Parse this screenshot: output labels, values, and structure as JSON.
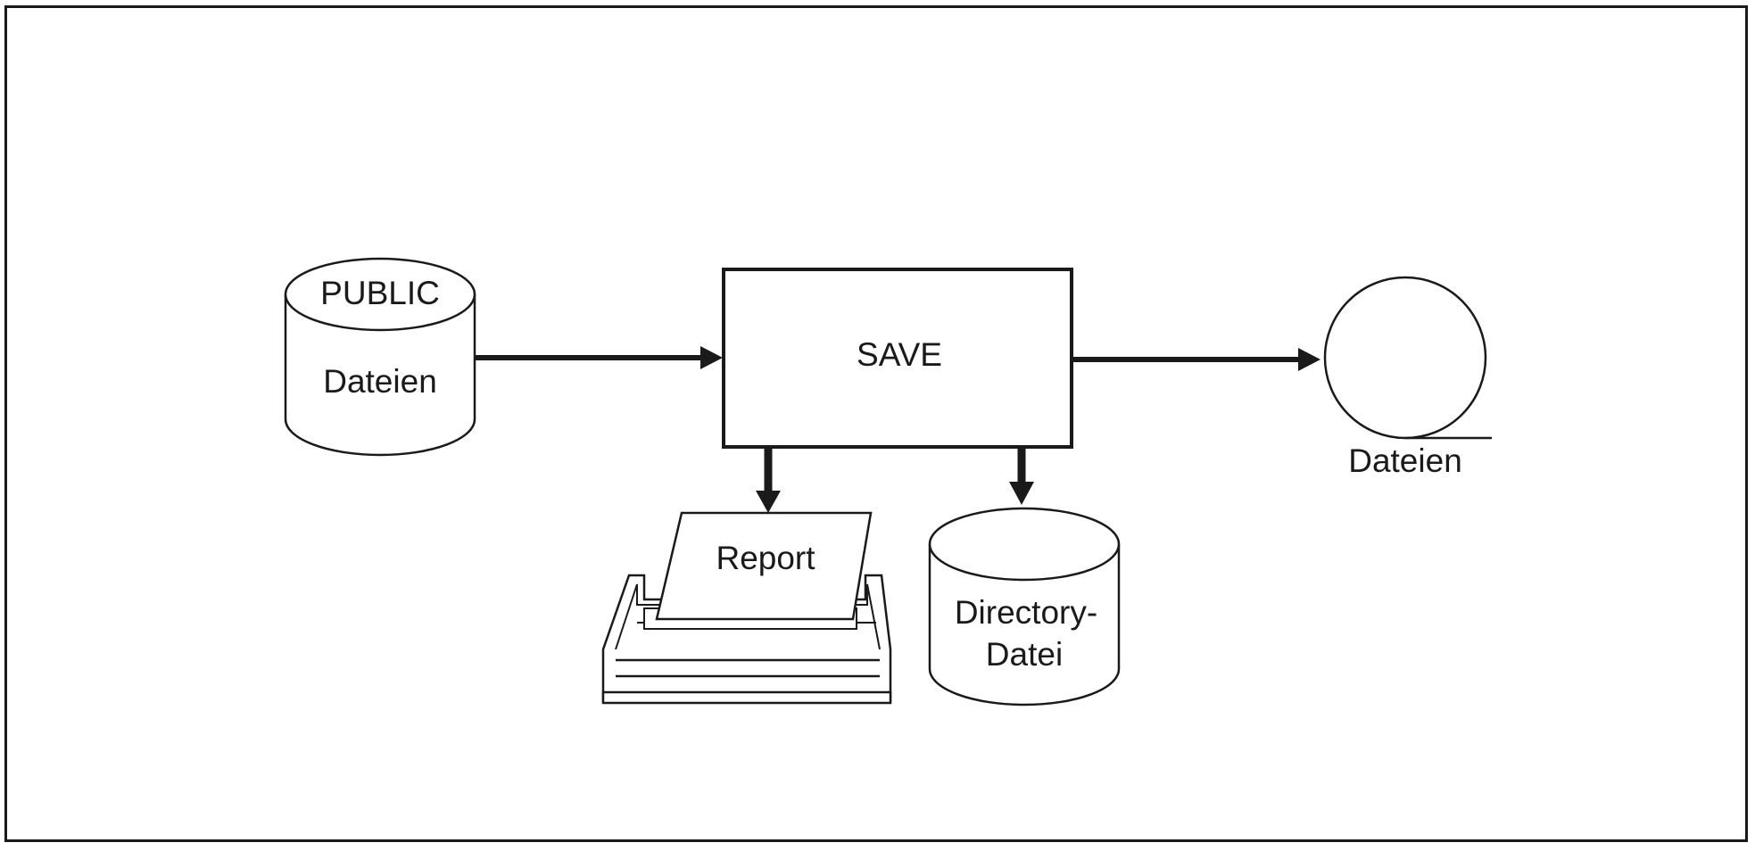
{
  "diagram": {
    "source_storage": {
      "top_label": "PUBLIC",
      "body_label": "Dateien"
    },
    "process": {
      "label": "SAVE"
    },
    "tape_output": {
      "label": "Dateien"
    },
    "printer_output": {
      "label": "Report"
    },
    "directory_storage": {
      "line1": "Directory-",
      "line2": "Datei"
    }
  },
  "colors": {
    "ink": "#1a1a1a",
    "background": "#ffffff"
  }
}
